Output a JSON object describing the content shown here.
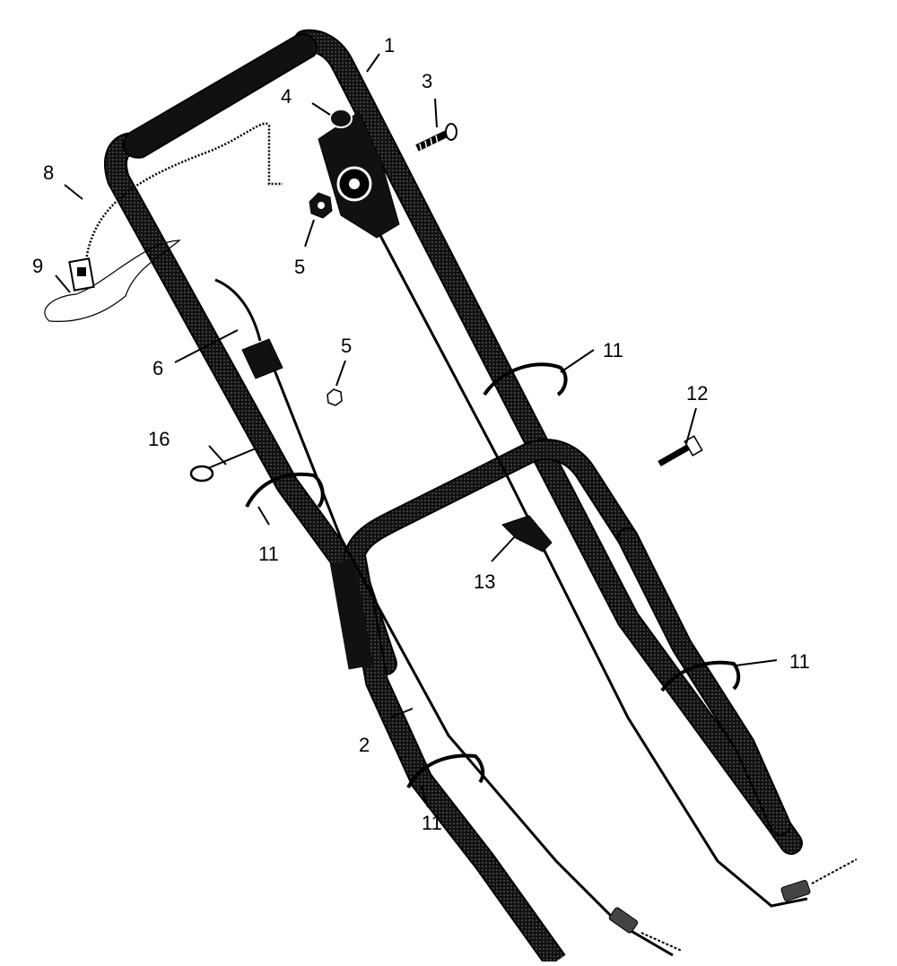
{
  "diagram": {
    "callouts": [
      {
        "id": "c1",
        "text": "1"
      },
      {
        "id": "c2",
        "text": "2"
      },
      {
        "id": "c3",
        "text": "3"
      },
      {
        "id": "c4",
        "text": "4"
      },
      {
        "id": "c5a",
        "text": "5"
      },
      {
        "id": "c5b",
        "text": "5"
      },
      {
        "id": "c6",
        "text": "6"
      },
      {
        "id": "c8",
        "text": "8"
      },
      {
        "id": "c9",
        "text": "9"
      },
      {
        "id": "c11a",
        "text": "11"
      },
      {
        "id": "c11b",
        "text": "11"
      },
      {
        "id": "c11c",
        "text": "11"
      },
      {
        "id": "c11d",
        "text": "11"
      },
      {
        "id": "c12",
        "text": "12"
      },
      {
        "id": "c13",
        "text": "13"
      },
      {
        "id": "c16",
        "text": "16"
      }
    ],
    "colors": {
      "line": "#000000",
      "tube": "#1a1a1a",
      "background": "#ffffff"
    }
  }
}
